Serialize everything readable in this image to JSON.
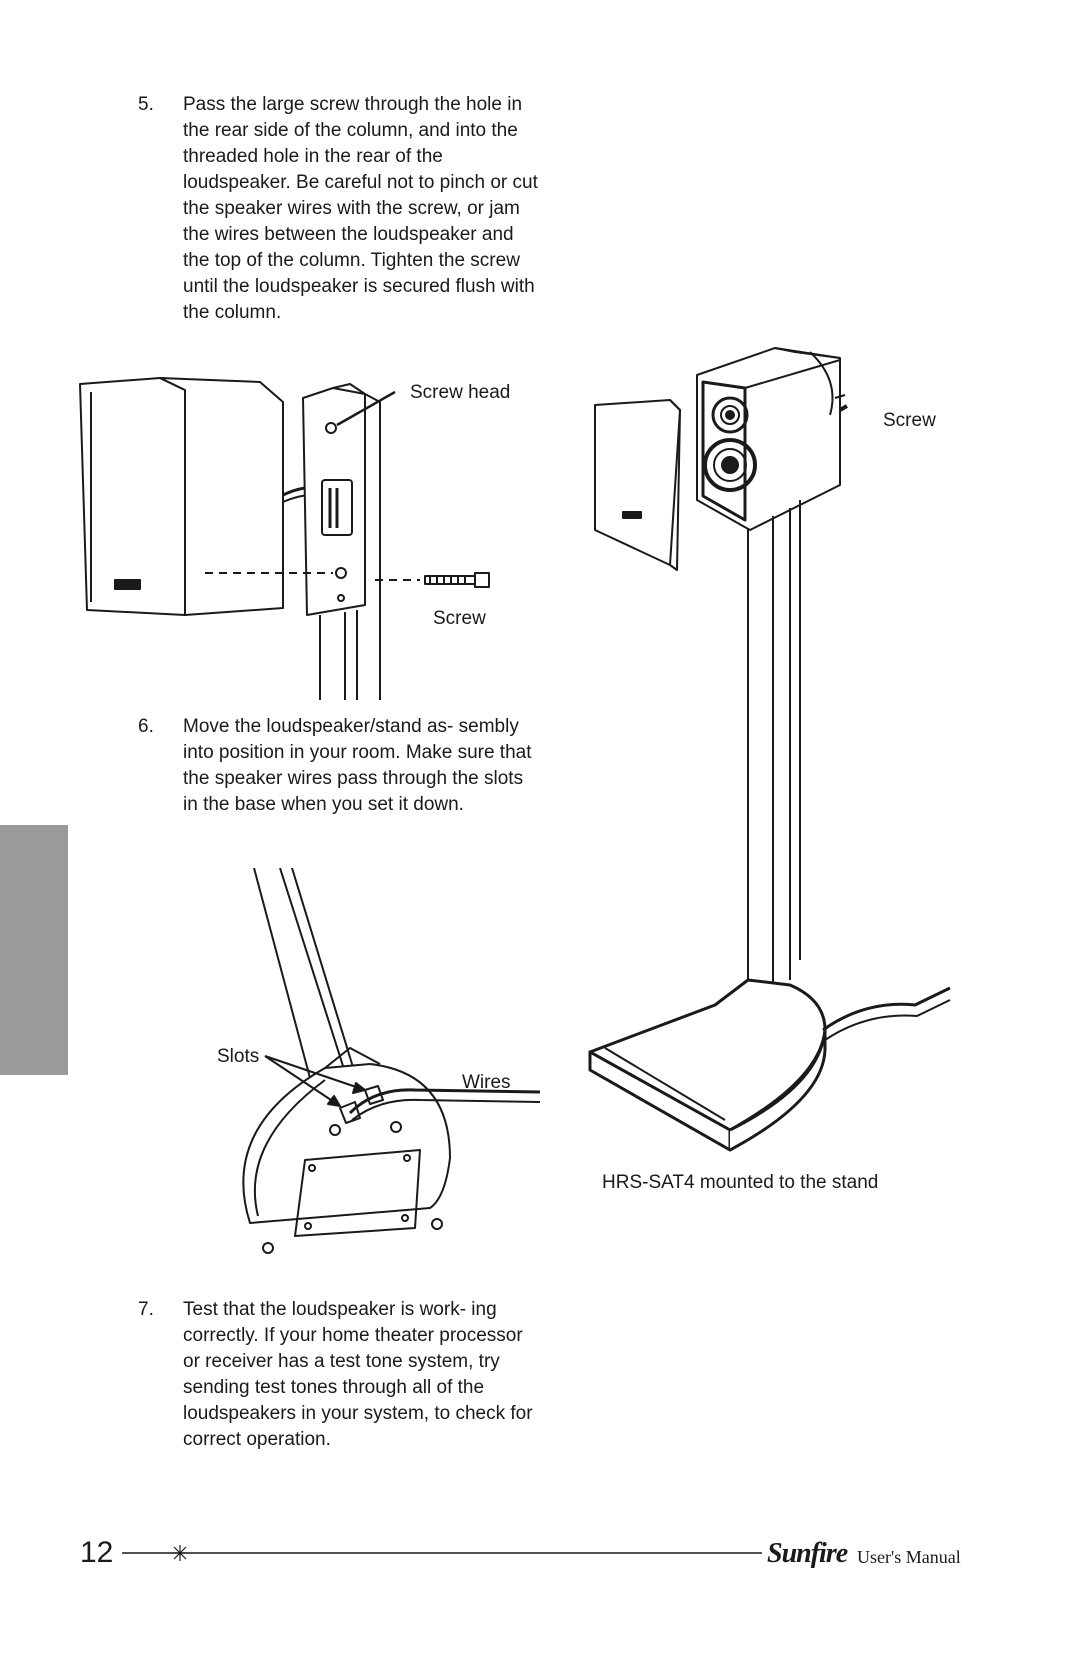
{
  "steps": [
    {
      "number": "5.",
      "text": "Pass the large screw through the hole in the rear side of the column, and into the threaded hole in the rear of the loudspeaker. Be careful not to pinch or cut the speaker wires with the screw, or jam the wires between the loudspeaker and the top of the column. Tighten the screw until the loudspeaker is secured flush with the column."
    },
    {
      "number": "6.",
      "text": "Move the loudspeaker/stand as- sembly into position in your room. Make sure that the speaker wires pass through the slots in the base when you set it down."
    },
    {
      "number": "7.",
      "text": "Test that the loudspeaker is work- ing correctly. If your home theater processor or receiver has a test tone system, try sending test tones through all of the loudspeakers in your system, to check for correct operation."
    }
  ],
  "figure_labels": {
    "screw_head": "Screw head",
    "screw_bottom": "Screw",
    "screw_right": "Screw",
    "slots": "Slots",
    "wires": "Wires",
    "caption": "HRS-SAT4 mounted to the stand"
  },
  "footer": {
    "page_number": "12",
    "brand": "Sunfire",
    "manual": "User's Manual"
  },
  "colors": {
    "text": "#1a1a1a",
    "side_tab": "#9a9a9a"
  }
}
